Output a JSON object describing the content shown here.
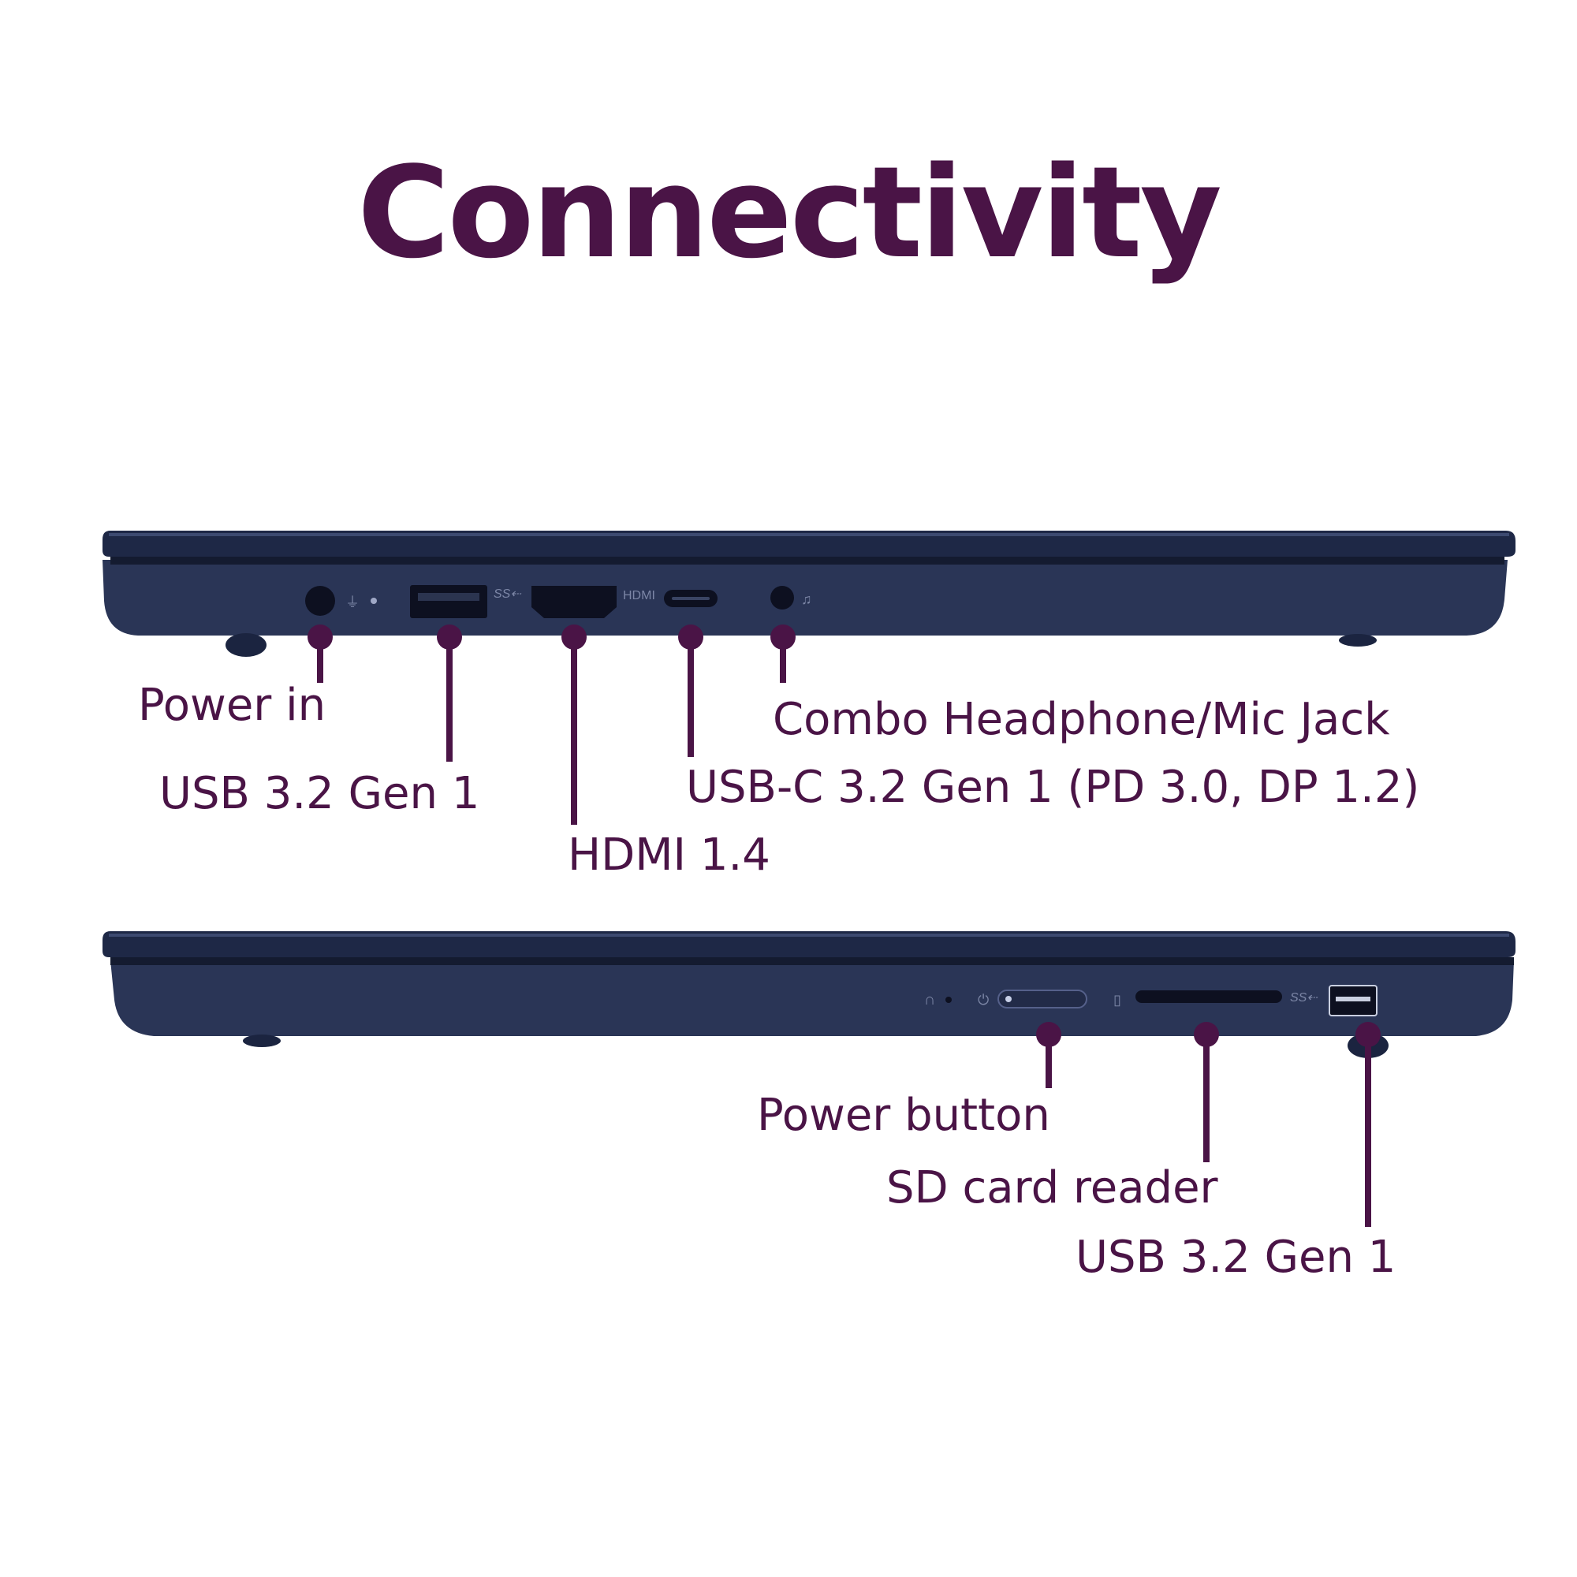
{
  "title": "Connectivity",
  "colors": {
    "accent": "#4a1446",
    "chassis": "#2a3556",
    "chassis_dark": "#1b2440",
    "port": "#0d1020",
    "background": "#ffffff"
  },
  "left_side": {
    "port_marking_hdmi": "HDMI",
    "labels": {
      "power_in": "Power in",
      "usb_a": "USB 3.2 Gen 1",
      "hdmi": "HDMI 1.4",
      "usb_c": "USB-C 3.2 Gen 1 (PD 3.0, DP 1.2)",
      "audio_jack": "Combo Headphone/Mic Jack"
    }
  },
  "right_side": {
    "labels": {
      "power_button": "Power button",
      "sd_card": "SD card reader",
      "usb_a": "USB 3.2 Gen 1"
    }
  }
}
